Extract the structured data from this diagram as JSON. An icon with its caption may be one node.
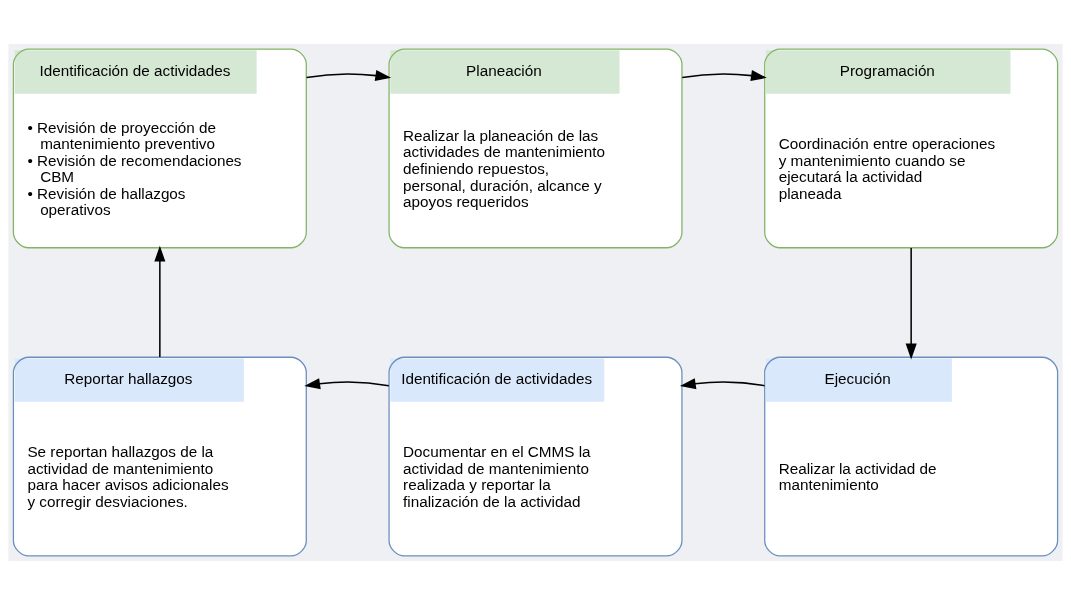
{
  "diagram": {
    "nodes": [
      {
        "text": [
          "Identificación de actividades",
          "• Revisión de proyección de mantenimiento preventivo",
          "• Revisión de recomendaciones CBM",
          "• Revisión de hallazgos operativos"
        ]
      },
      {
        "text": [
          "Planeación",
          "Realizar la planeación de las actividades de mantenimiento definiendo repuestos, personal, duración, alcance y apoyos requeridos"
        ]
      },
      {
        "text": [
          "Programación",
          "Coordinación entre operaciones y mantenimiento cuando se ejecutará la actividad planeada"
        ]
      },
      {
        "text": [
          "Reportar hallazgos",
          "Se reportan hallazgos de la actividad de mantenimiento para hacer avisos adicionales y corregir desviaciones."
        ]
      },
      {
        "text": [
          "Identificación de actividades",
          "Documentar en el CMMS la actividad de mantenimiento realizada y reportar la finalización de la actividad"
        ]
      },
      {
        "text": [
          "Ejecución",
          "Realizar la actividad de mantenimiento"
        ]
      }
    ],
    "edges": [
      {
        "from": 0,
        "to": 1,
        "arrow": "to"
      },
      {
        "from": 1,
        "to": 2,
        "arrow": "to"
      },
      {
        "from": 2,
        "to": 5,
        "arrow": "to"
      },
      {
        "from": 5,
        "to": 4,
        "arrow": "to"
      },
      {
        "from": 4,
        "to": 3,
        "arrow": "to"
      },
      {
        "from": 3,
        "to": 0,
        "arrow": "to"
      }
    ]
  }
}
